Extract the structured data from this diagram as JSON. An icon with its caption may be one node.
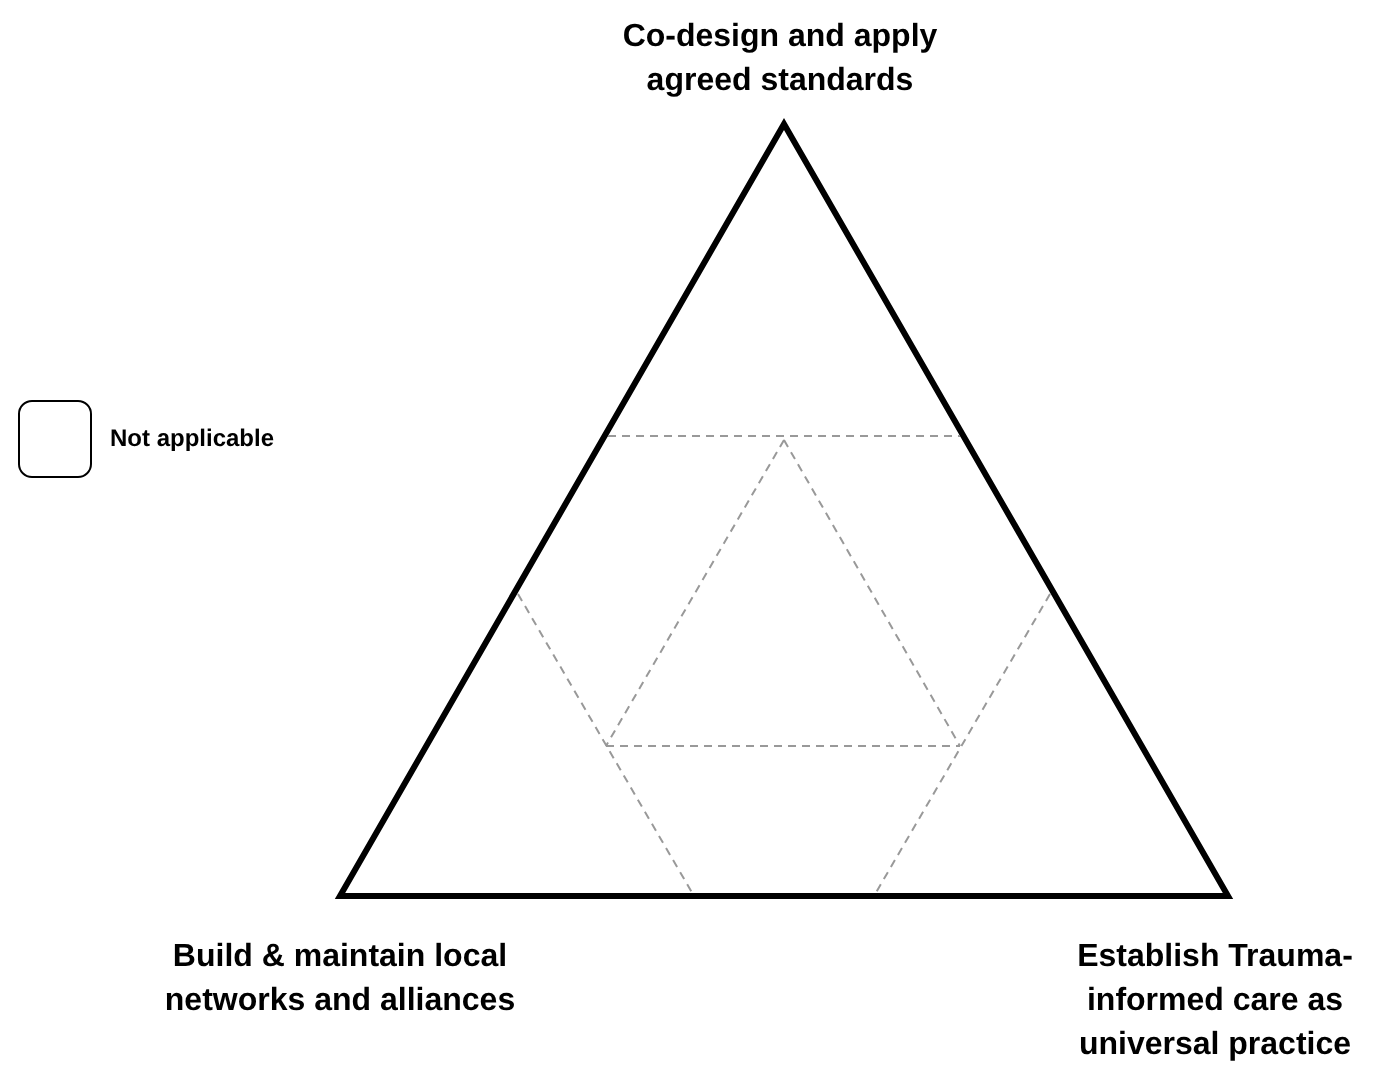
{
  "diagram": {
    "labels": [
      "Co-design and apply agreed standards",
      "Build & maintain local networks and alliances",
      "Establish Trauma-informed care as universal practice"
    ],
    "legend": [
      {
        "text": "Not applicable",
        "color": "#ffffff"
      }
    ]
  }
}
